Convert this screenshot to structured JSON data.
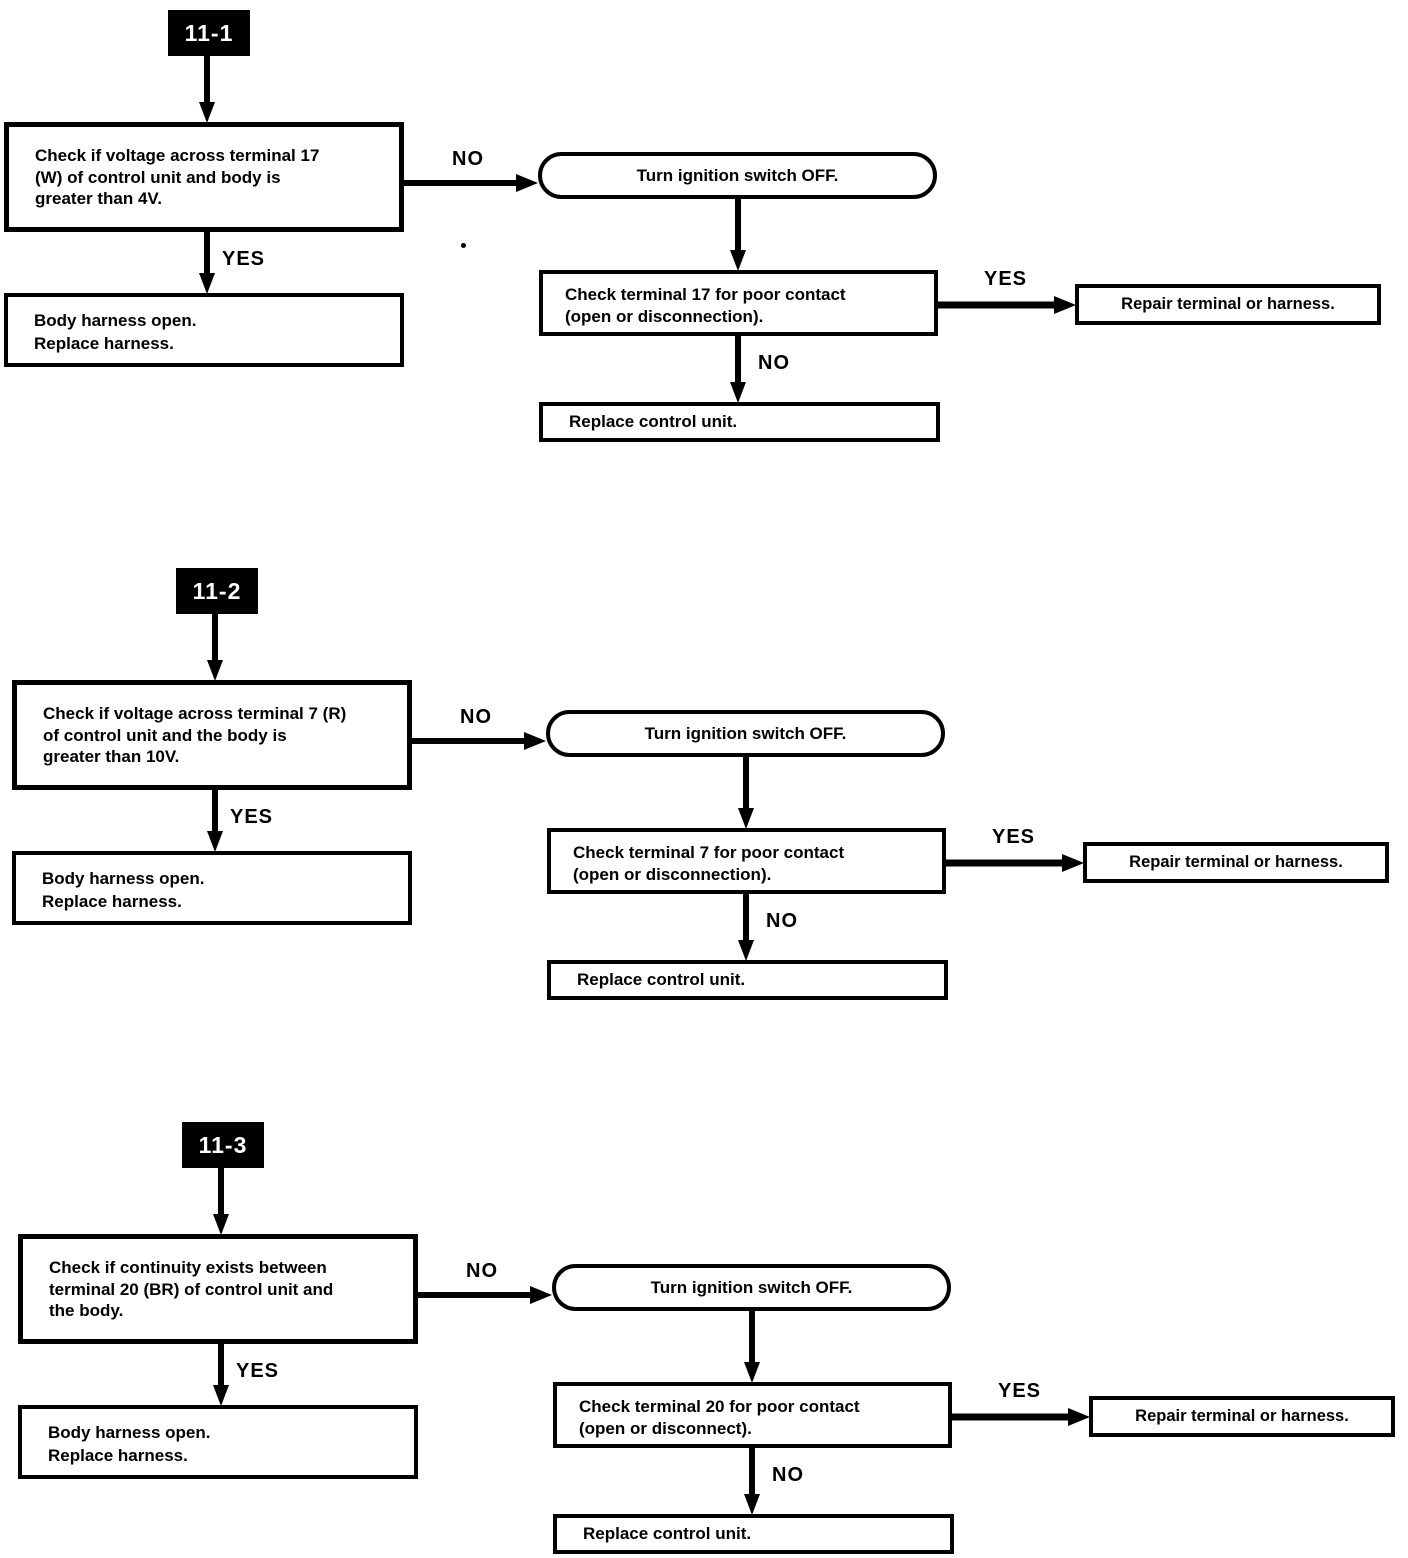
{
  "labels": {
    "yes": "YES",
    "no": "NO"
  },
  "sections": [
    {
      "tag": "11-1",
      "check_condition": "Check if voltage across terminal 17\n(W) of control unit and body is\ngreater than 4V.",
      "yes_result": "Body harness open.\nReplace harness.",
      "ignition_step": "Turn ignition switch OFF.",
      "terminal_check": "Check terminal 17 for poor contact\n(open or disconnection).",
      "repair_action": "Repair terminal or harness.",
      "replace_action": "Replace control unit."
    },
    {
      "tag": "11-2",
      "check_condition": "Check if voltage across terminal 7 (R)\nof control unit and the body is\ngreater than 10V.",
      "yes_result": "Body harness open.\nReplace harness.",
      "ignition_step": "Turn ignition switch OFF.",
      "terminal_check": "Check terminal 7 for poor contact\n(open or disconnection).",
      "repair_action": "Repair terminal or harness.",
      "replace_action": "Replace control unit."
    },
    {
      "tag": "11-3",
      "check_condition": "Check if continuity exists between\nterminal 20 (BR) of control unit and\nthe body.",
      "yes_result": "Body harness open.\nReplace harness.",
      "ignition_step": "Turn ignition switch OFF.",
      "terminal_check": "Check terminal 20 for poor contact\n(open or disconnect).",
      "repair_action": "Repair terminal or harness.",
      "replace_action": "Replace control unit."
    }
  ]
}
